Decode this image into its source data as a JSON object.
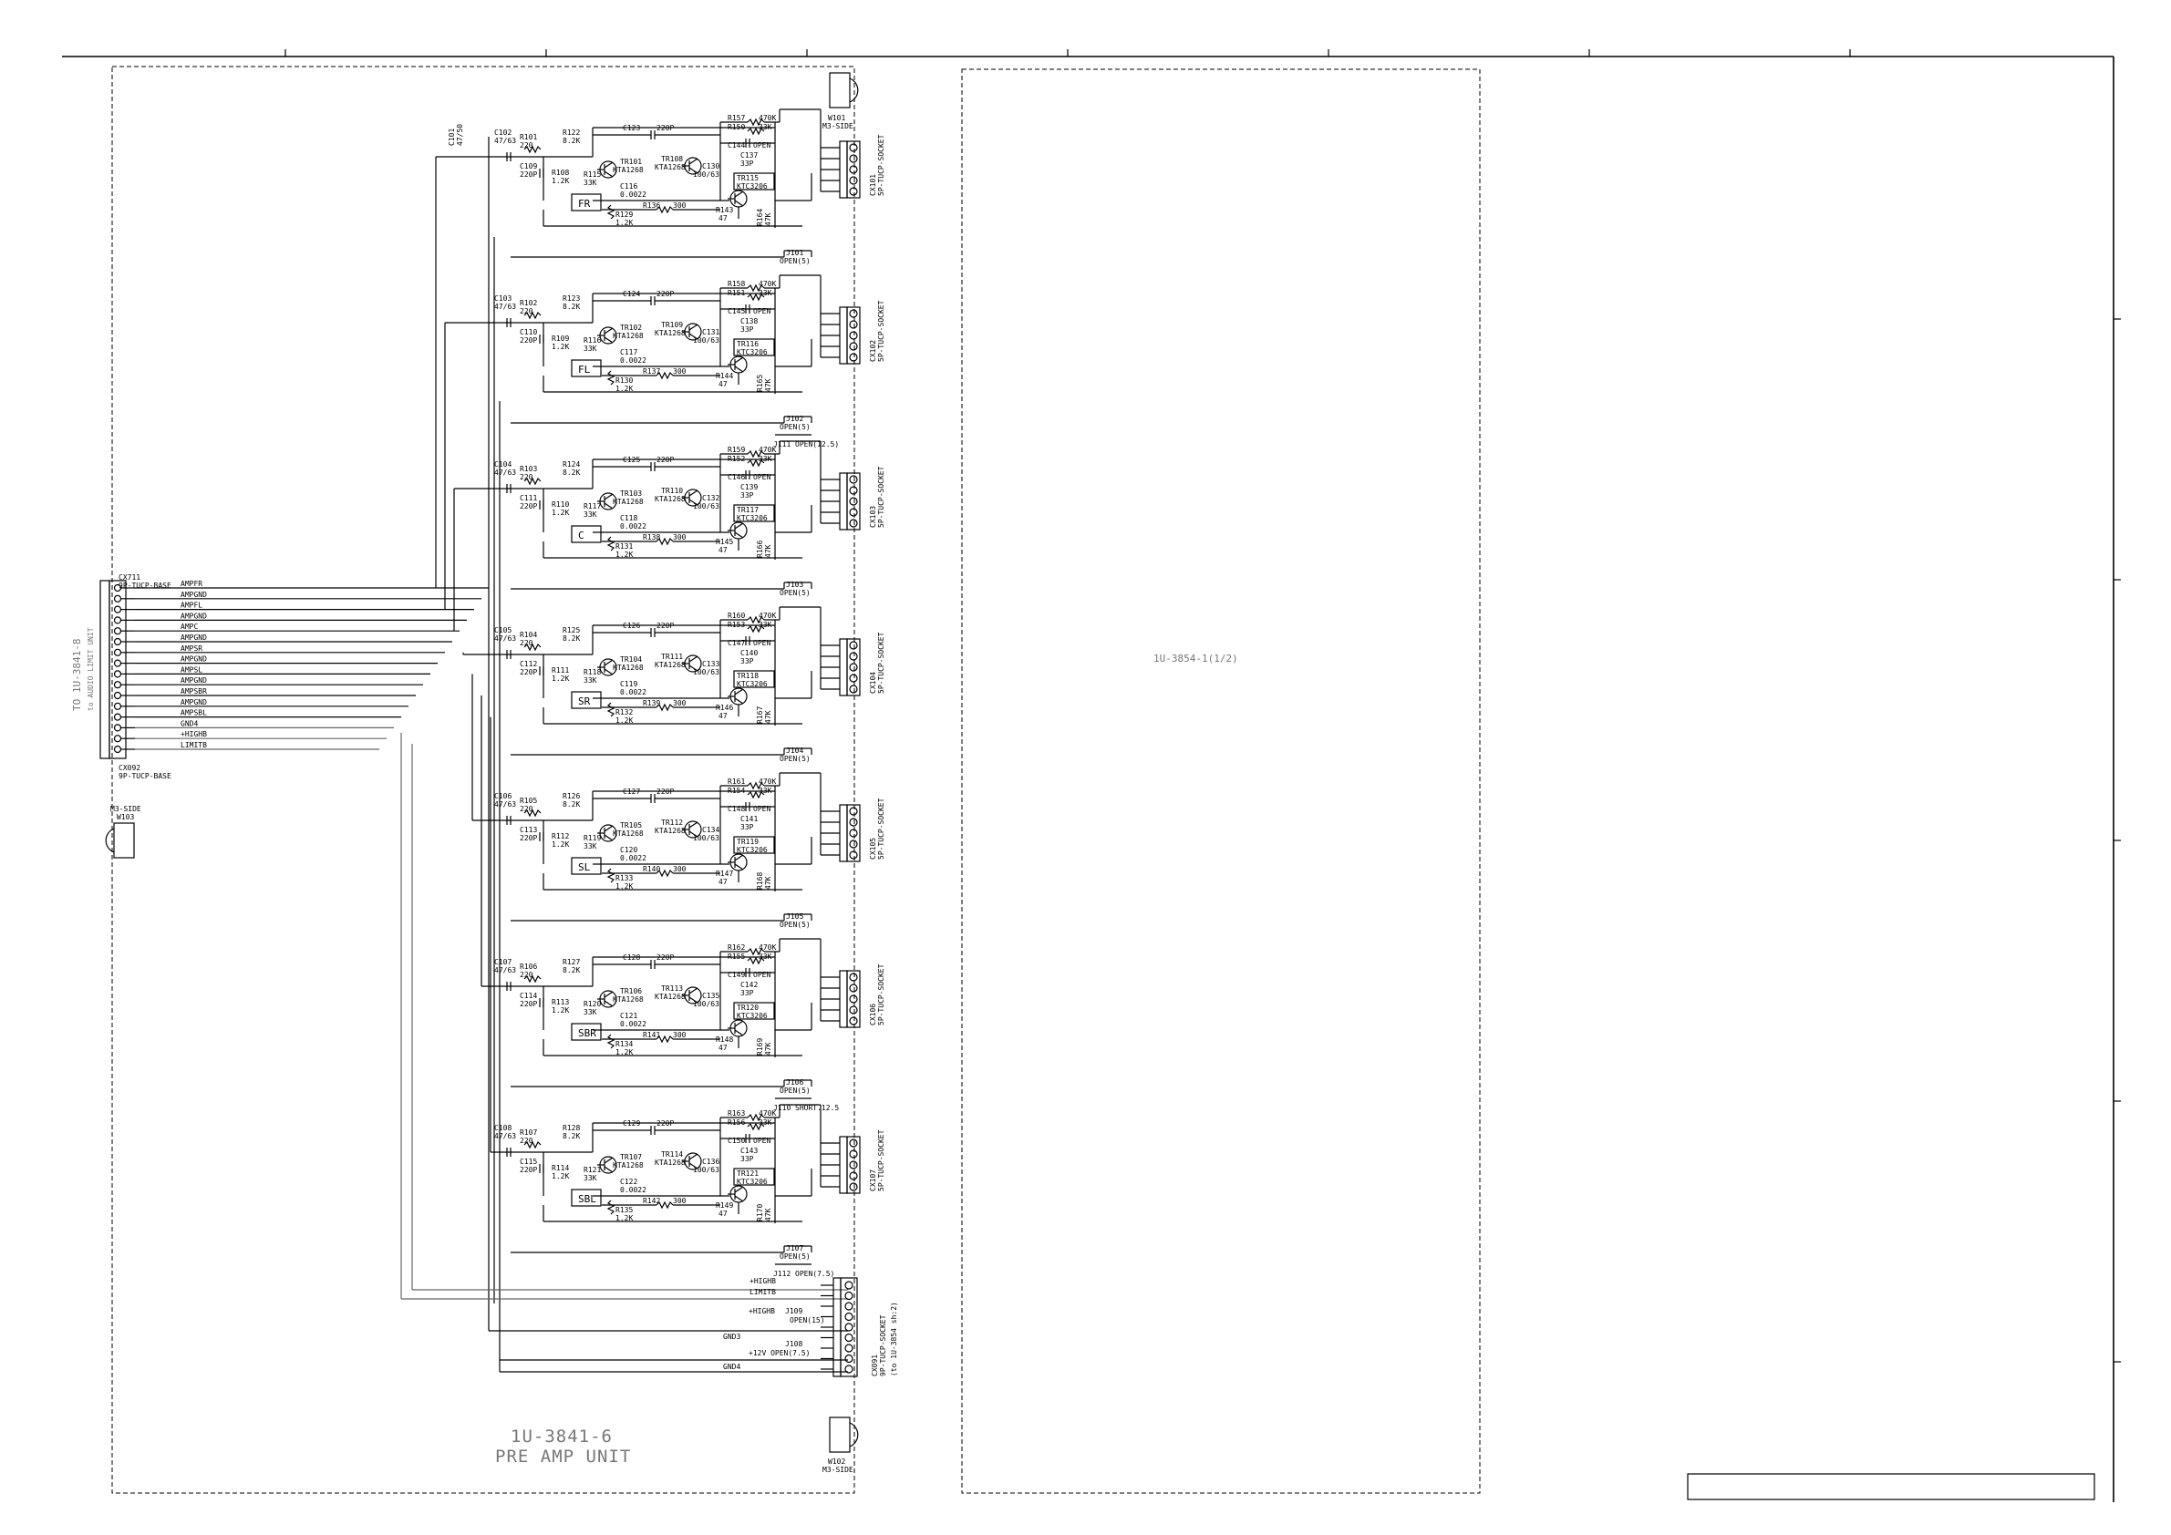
{
  "board_a": {
    "title_line1": "1U-3841-6",
    "title_line2": "PRE AMP UNIT",
    "side_label": "TO 1U-3841-8",
    "side_sublabel": "to AUDIO LIMIT UNIT"
  },
  "board_b": {
    "label": "1U-3854-1(1/2)"
  },
  "connectors": {
    "cx711": {
      "ref": "CX711",
      "type": "9P-TUCP-BASE"
    },
    "cx092": {
      "ref": "CX092",
      "type": "9P-TUCP-BASE"
    },
    "w103": {
      "ref": "W103",
      "side": "M3-SIDE"
    },
    "w101": {
      "ref": "W101",
      "side": "M3-SIDE"
    },
    "w102": {
      "ref": "W102",
      "side": "M3-SIDE"
    },
    "cx091": {
      "ref": "CX091",
      "type": "9P-TUCP-SOCKET",
      "note": "(to 1U-3854 sh:2)"
    },
    "socket_type": "5P-TUCP-SOCKET"
  },
  "input_signals": [
    "AMPFR",
    "AMPGND",
    "AMPFL",
    "AMPGND",
    "AMPC",
    "AMPGND",
    "AMPSR",
    "AMPGND",
    "AMPSL",
    "AMPGND",
    "AMPSBR",
    "AMPGND",
    "AMPSBL",
    "GND4",
    "+HIGHB",
    "LIMITB"
  ],
  "bottom_bus": {
    "high": "+HIGHB",
    "limit": "LIMITB",
    "high2": "+HIGHB",
    "j109": "J109",
    "j109_val": "OPEN(15)",
    "gnd3": "GND3",
    "j108": "J108",
    "j108_val": "+12V OPEN(7.5)",
    "gnd4": "GND4"
  },
  "channels": [
    {
      "name": "FR",
      "c_in": "C102",
      "c_in_val": "47/63",
      "r_in": "R101",
      "r_in_val": "220",
      "c_sh": "C109",
      "c_sh_val": "220P",
      "r_b": "R108",
      "r_b_val": "1.2K",
      "r_bias": "R122",
      "r_bias_val": "8.2K",
      "c_fb": "C123",
      "c_fb_val": "220P",
      "r_e": "R115",
      "r_e_val": "33K",
      "c_e": "C116",
      "c_e_val": "0.0022",
      "r_ee": "R129",
      "r_ee_val": "1.2K",
      "r_l": "R136",
      "r_l_val": "300",
      "tr_a": "TR101",
      "tr_a_type": "KTA1268",
      "tr_b": "TR108",
      "tr_b_type": "KTA1268",
      "c_b": "C130",
      "c_b_val": "100/63",
      "r_top1": "R157",
      "r_top1_val": "470K",
      "r_top2": "R150",
      "r_top2_val": "33K",
      "c_op": "C144",
      "c_op_val": "OPEN",
      "c_33": "C137",
      "c_33_val": "33P",
      "tr_c": "TR115",
      "tr_c_type": "KTC3206",
      "r_out": "R143",
      "r_out_val": "47",
      "r_dmp": "R164",
      "r_dmp_val": "47K",
      "jumper": "J101",
      "jumper_val": "OPEN(5)",
      "socket": "CX101",
      "extra_jumper": "",
      "extra_jumper_val": ""
    },
    {
      "name": "FL",
      "c_in": "C103",
      "c_in_val": "47/63",
      "r_in": "R102",
      "r_in_val": "220",
      "c_sh": "C110",
      "c_sh_val": "220P",
      "r_b": "R109",
      "r_b_val": "1.2K",
      "r_bias": "R123",
      "r_bias_val": "8.2K",
      "c_fb": "C124",
      "c_fb_val": "220P",
      "r_e": "R116",
      "r_e_val": "33K",
      "c_e": "C117",
      "c_e_val": "0.0022",
      "r_ee": "R130",
      "r_ee_val": "1.2K",
      "r_l": "R137",
      "r_l_val": "300",
      "tr_a": "TR102",
      "tr_a_type": "KTA1268",
      "tr_b": "TR109",
      "tr_b_type": "KTA1268",
      "c_b": "C131",
      "c_b_val": "100/63",
      "r_top1": "R158",
      "r_top1_val": "470K",
      "r_top2": "R151",
      "r_top2_val": "33K",
      "c_op": "C145",
      "c_op_val": "OPEN",
      "c_33": "C138",
      "c_33_val": "33P",
      "tr_c": "TR116",
      "tr_c_type": "KTC3206",
      "r_out": "R144",
      "r_out_val": "47",
      "r_dmp": "R165",
      "r_dmp_val": "47K",
      "jumper": "J102",
      "jumper_val": "OPEN(5)",
      "socket": "CX102",
      "extra_jumper": "J111",
      "extra_jumper_val": "OPEN(12.5)"
    },
    {
      "name": "C",
      "c_in": "C104",
      "c_in_val": "47/63",
      "r_in": "R103",
      "r_in_val": "220",
      "c_sh": "C111",
      "c_sh_val": "220P",
      "r_b": "R110",
      "r_b_val": "1.2K",
      "r_bias": "R124",
      "r_bias_val": "8.2K",
      "c_fb": "C125",
      "c_fb_val": "220P",
      "r_e": "R117",
      "r_e_val": "33K",
      "c_e": "C118",
      "c_e_val": "0.0022",
      "r_ee": "R131",
      "r_ee_val": "1.2K",
      "r_l": "R138",
      "r_l_val": "300",
      "tr_a": "TR103",
      "tr_a_type": "KTA1268",
      "tr_b": "TR110",
      "tr_b_type": "KTA1268",
      "c_b": "C132",
      "c_b_val": "100/63",
      "r_top1": "R159",
      "r_top1_val": "470K",
      "r_top2": "R152",
      "r_top2_val": "33K",
      "c_op": "C146",
      "c_op_val": "OPEN",
      "c_33": "C139",
      "c_33_val": "33P",
      "tr_c": "TR117",
      "tr_c_type": "KTC3206",
      "r_out": "R145",
      "r_out_val": "47",
      "r_dmp": "R166",
      "r_dmp_val": "47K",
      "jumper": "J103",
      "jumper_val": "OPEN(5)",
      "socket": "CX103",
      "extra_jumper": "",
      "extra_jumper_val": ""
    },
    {
      "name": "SR",
      "c_in": "C105",
      "c_in_val": "47/63",
      "r_in": "R104",
      "r_in_val": "220",
      "c_sh": "C112",
      "c_sh_val": "220P",
      "r_b": "R111",
      "r_b_val": "1.2K",
      "r_bias": "R125",
      "r_bias_val": "8.2K",
      "c_fb": "C126",
      "c_fb_val": "220P",
      "r_e": "R118",
      "r_e_val": "33K",
      "c_e": "C119",
      "c_e_val": "0.0022",
      "r_ee": "R132",
      "r_ee_val": "1.2K",
      "r_l": "R139",
      "r_l_val": "300",
      "tr_a": "TR104",
      "tr_a_type": "KTA1268",
      "tr_b": "TR111",
      "tr_b_type": "KTA1268",
      "c_b": "C133",
      "c_b_val": "100/63",
      "r_top1": "R160",
      "r_top1_val": "470K",
      "r_top2": "R153",
      "r_top2_val": "33K",
      "c_op": "C147",
      "c_op_val": "OPEN",
      "c_33": "C140",
      "c_33_val": "33P",
      "tr_c": "TR118",
      "tr_c_type": "KTC3206",
      "r_out": "R146",
      "r_out_val": "47",
      "r_dmp": "R167",
      "r_dmp_val": "47K",
      "jumper": "J104",
      "jumper_val": "OPEN(5)",
      "socket": "CX104",
      "extra_jumper": "",
      "extra_jumper_val": ""
    },
    {
      "name": "SL",
      "c_in": "C106",
      "c_in_val": "47/63",
      "r_in": "R105",
      "r_in_val": "220",
      "c_sh": "C113",
      "c_sh_val": "220P",
      "r_b": "R112",
      "r_b_val": "1.2K",
      "r_bias": "R126",
      "r_bias_val": "8.2K",
      "c_fb": "C127",
      "c_fb_val": "220P",
      "r_e": "R119",
      "r_e_val": "33K",
      "c_e": "C120",
      "c_e_val": "0.0022",
      "r_ee": "R133",
      "r_ee_val": "1.2K",
      "r_l": "R140",
      "r_l_val": "300",
      "tr_a": "TR105",
      "tr_a_type": "KTA1268",
      "tr_b": "TR112",
      "tr_b_type": "KTA1268",
      "c_b": "C134",
      "c_b_val": "100/63",
      "r_top1": "R161",
      "r_top1_val": "470K",
      "r_top2": "R154",
      "r_top2_val": "33K",
      "c_op": "C148",
      "c_op_val": "OPEN",
      "c_33": "C141",
      "c_33_val": "33P",
      "tr_c": "TR119",
      "tr_c_type": "KTC3206",
      "r_out": "R147",
      "r_out_val": "47",
      "r_dmp": "R168",
      "r_dmp_val": "47K",
      "jumper": "J105",
      "jumper_val": "OPEN(5)",
      "socket": "CX105",
      "extra_jumper": "",
      "extra_jumper_val": ""
    },
    {
      "name": "SBR",
      "c_in": "C107",
      "c_in_val": "47/63",
      "r_in": "R106",
      "r_in_val": "220",
      "c_sh": "C114",
      "c_sh_val": "220P",
      "r_b": "R113",
      "r_b_val": "1.2K",
      "r_bias": "R127",
      "r_bias_val": "8.2K",
      "c_fb": "C128",
      "c_fb_val": "220P",
      "r_e": "R120",
      "r_e_val": "33K",
      "c_e": "C121",
      "c_e_val": "0.0022",
      "r_ee": "R134",
      "r_ee_val": "1.2K",
      "r_l": "R141",
      "r_l_val": "300",
      "tr_a": "TR106",
      "tr_a_type": "KTA1268",
      "tr_b": "TR113",
      "tr_b_type": "KTA1268",
      "c_b": "C135",
      "c_b_val": "100/63",
      "r_top1": "R162",
      "r_top1_val": "470K",
      "r_top2": "R155",
      "r_top2_val": "33K",
      "c_op": "C149",
      "c_op_val": "OPEN",
      "c_33": "C142",
      "c_33_val": "33P",
      "tr_c": "TR120",
      "tr_c_type": "KTC3206",
      "r_out": "R148",
      "r_out_val": "47",
      "r_dmp": "R169",
      "r_dmp_val": "47K",
      "jumper": "J106",
      "jumper_val": "OPEN(5)",
      "socket": "CX106",
      "extra_jumper": "J110",
      "extra_jumper_val": "SHORT.12.5"
    },
    {
      "name": "SBL",
      "c_in": "C108",
      "c_in_val": "47/63",
      "r_in": "R107",
      "r_in_val": "220",
      "c_sh": "C115",
      "c_sh_val": "220P",
      "r_b": "R114",
      "r_b_val": "1.2K",
      "r_bias": "R128",
      "r_bias_val": "8.2K",
      "c_fb": "C129",
      "c_fb_val": "220P",
      "r_e": "R121",
      "r_e_val": "33K",
      "c_e": "C122",
      "c_e_val": "0.0022",
      "r_ee": "R135",
      "r_ee_val": "1.2K",
      "r_l": "R142",
      "r_l_val": "300",
      "tr_a": "TR107",
      "tr_a_type": "KTA1268",
      "tr_b": "TR114",
      "tr_b_type": "KTA1268",
      "c_b": "C136",
      "c_b_val": "100/63",
      "r_top1": "R163",
      "r_top1_val": "470K",
      "r_top2": "R156",
      "r_top2_val": "33K",
      "c_op": "C150",
      "c_op_val": "OPEN",
      "c_33": "C143",
      "c_33_val": "33P",
      "tr_c": "TR121",
      "tr_c_type": "KTC3206",
      "r_out": "R149",
      "r_out_val": "47",
      "r_dmp": "R170",
      "r_dmp_val": "47K",
      "jumper": "J107",
      "jumper_val": "OPEN(5)",
      "socket": "CX107",
      "extra_jumper": "J112",
      "extra_jumper_val": "OPEN(7.5)"
    }
  ],
  "misc": {
    "c101": "C101",
    "c101_val": "47/50"
  }
}
